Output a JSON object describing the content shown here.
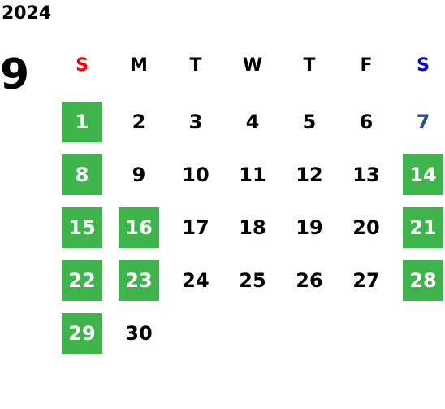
{
  "year": "2024",
  "month": "9",
  "colors": {
    "holiday_bg": "#3db54a",
    "holiday_text": "#ffffff",
    "sunday_header": "#ff0000",
    "saturday_header": "#0000cc",
    "saturday_weekday_date": "#1f4e9c",
    "default_text": "#000000"
  },
  "weekdays": [
    "S",
    "M",
    "T",
    "W",
    "T",
    "F",
    "S"
  ],
  "first_weekday_index": 0,
  "days_in_month": 30,
  "holidays": [
    1,
    8,
    14,
    15,
    16,
    21,
    22,
    23,
    28,
    29
  ],
  "saturday_non_holiday": [
    7
  ]
}
